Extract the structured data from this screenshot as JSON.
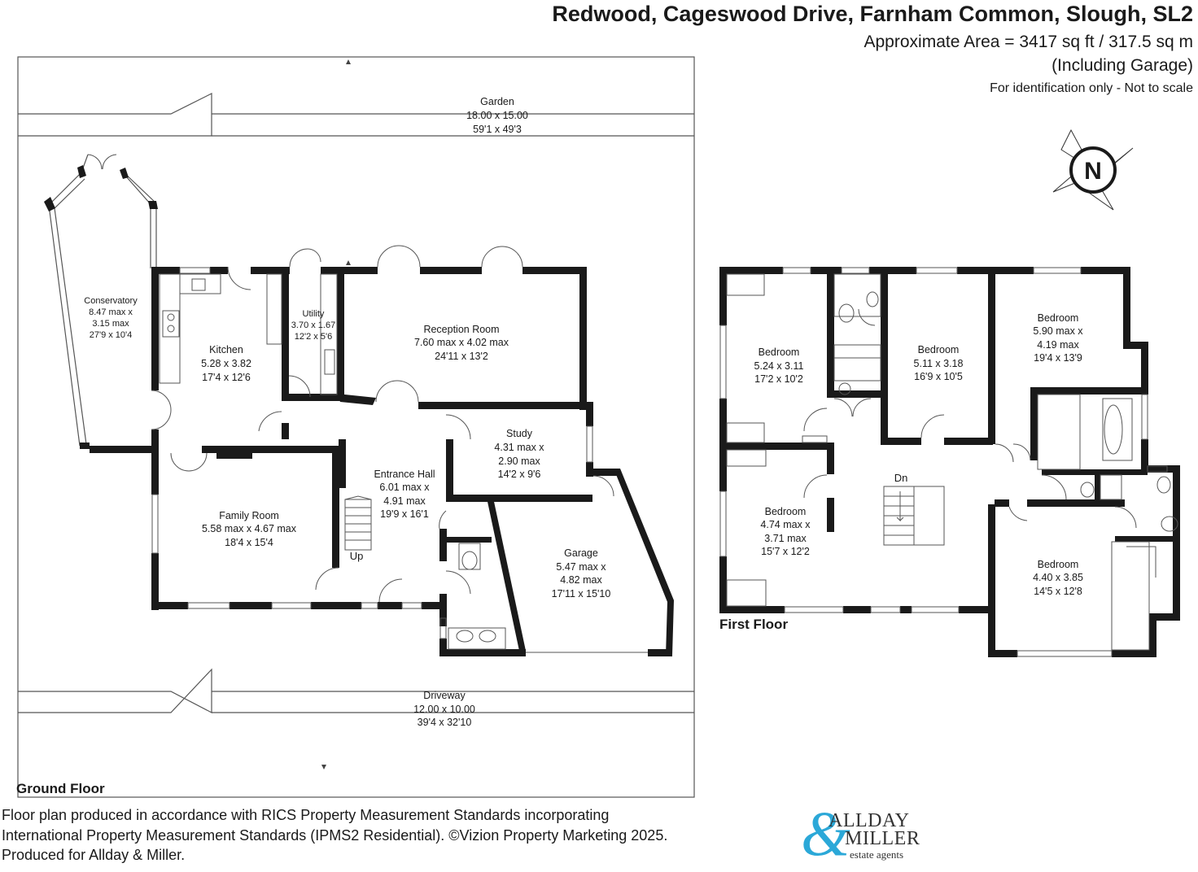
{
  "header": {
    "title": "Redwood, Cageswood Drive, Farnham Common, Slough, SL2",
    "area": "Approximate Area = 3417 sq ft / 317.5 sq m",
    "including": "(Including Garage)",
    "identification": "For identification only - Not to scale"
  },
  "compass": {
    "letter": "N"
  },
  "ground_floor": {
    "label": "Ground Floor",
    "up_label": "Up",
    "rooms": [
      {
        "id": "garden",
        "name": "Garden",
        "metric": "18.00 x 15.00",
        "imperial": "59'1 x 49'3"
      },
      {
        "id": "conservatory",
        "name": "Conservatory",
        "metric": "8.47 max x",
        "imperial": "3.15 max",
        "extra": "27'9 x 10'4"
      },
      {
        "id": "kitchen",
        "name": "Kitchen",
        "metric": "5.28 x 3.82",
        "imperial": "17'4 x 12'6"
      },
      {
        "id": "utility",
        "name": "Utility",
        "metric": "3.70 x 1.67",
        "imperial": "12'2 x 5'6"
      },
      {
        "id": "reception",
        "name": "Reception Room",
        "metric": "7.60 max x 4.02 max",
        "imperial": "24'11 x 13'2"
      },
      {
        "id": "study",
        "name": "Study",
        "metric": "4.31 max x",
        "imperial": "2.90 max",
        "extra": "14'2 x 9'6"
      },
      {
        "id": "entrance",
        "name": "Entrance Hall",
        "metric": "6.01 max x",
        "imperial": "4.91 max",
        "extra": "19'9 x 16'1"
      },
      {
        "id": "family",
        "name": "Family Room",
        "metric": "5.58 max x 4.67 max",
        "imperial": "18'4 x 15'4"
      },
      {
        "id": "garage",
        "name": "Garage",
        "metric": "5.47 max x",
        "imperial": "4.82 max",
        "extra": "17'11 x 15'10"
      },
      {
        "id": "driveway",
        "name": "Driveway",
        "metric": "12.00 x 10.00",
        "imperial": "39'4 x 32'10"
      }
    ]
  },
  "first_floor": {
    "label": "First Floor",
    "dn_label": "Dn",
    "rooms": [
      {
        "id": "bed1",
        "name": "Bedroom",
        "metric": "5.24 x 3.11",
        "imperial": "17'2 x 10'2"
      },
      {
        "id": "bed2",
        "name": "Bedroom",
        "metric": "5.11 x 3.18",
        "imperial": "16'9 x 10'5"
      },
      {
        "id": "bed3",
        "name": "Bedroom",
        "metric": "5.90 max x",
        "imperial": "4.19 max",
        "extra": "19'4 x 13'9"
      },
      {
        "id": "bed4",
        "name": "Bedroom",
        "metric": "4.74 max x",
        "imperial": "3.71 max",
        "extra": "15'7 x 12'2"
      },
      {
        "id": "bed5",
        "name": "Bedroom",
        "metric": "4.40 x 3.85",
        "imperial": "14'5 x 12'8"
      }
    ]
  },
  "footer": {
    "line1": "Floor plan produced in accordance with RICS Property Measurement Standards incorporating",
    "line2": "International Property Measurement Standards (IPMS2 Residential). ©Vizion Property Marketing 2025.",
    "line3": "Produced for Allday & Miller."
  },
  "logo": {
    "amp": "&",
    "line1": "ALLDAY",
    "line2": "MILLER",
    "line3": "estate agents"
  },
  "colors": {
    "wall": "#1a1a1a",
    "line": "#555555",
    "accent": "#2ba8d8"
  }
}
